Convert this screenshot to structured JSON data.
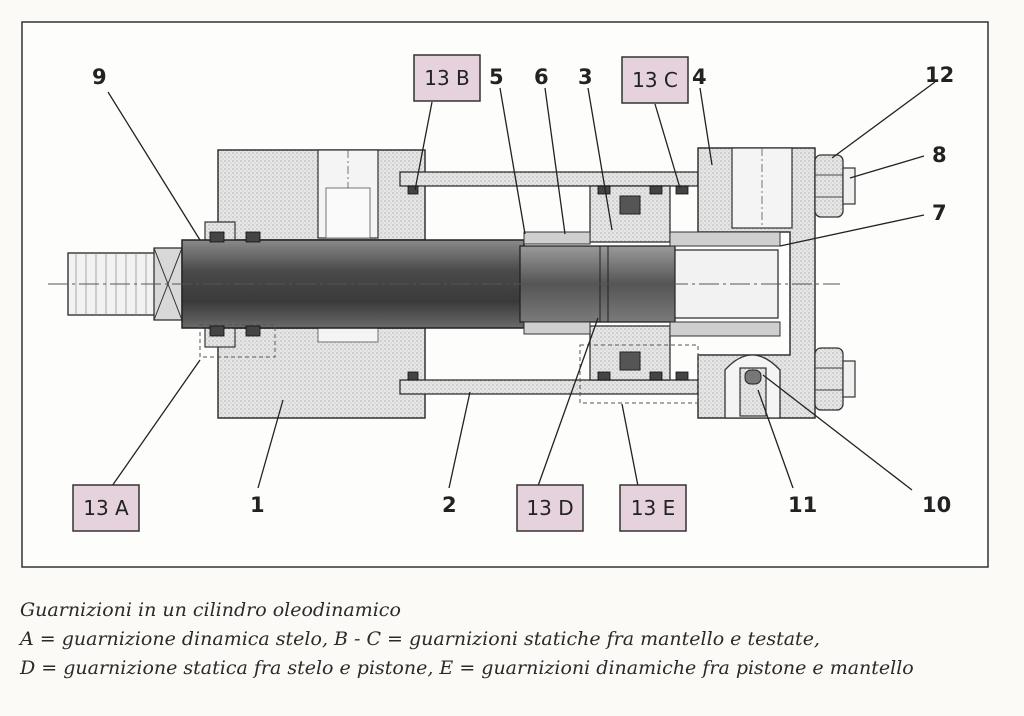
{
  "diagram": {
    "title": "Guarnizioni in un cilindro oleodinamico",
    "part_labels": {
      "p1": "1",
      "p2": "2",
      "p3": "3",
      "p4": "4",
      "p5": "5",
      "p6": "6",
      "p7": "7",
      "p8": "8",
      "p9": "9",
      "p10": "10",
      "p11": "11",
      "p12": "12"
    },
    "seal_labels": {
      "a": "13 A",
      "b": "13 B",
      "c": "13 C",
      "d": "13 D",
      "e": "13 E"
    },
    "colors": {
      "seal_box_fill": "#e6d2dd",
      "body_fill": "#e4e4e4",
      "rod_fill": "#5a5a5a",
      "outline": "#333333"
    }
  },
  "caption": {
    "title": "Guarnizioni in un cilindro oleodinamico",
    "line1": "A = guarnizione dinamica stelo, B - C = guarnizioni statiche fra mantello e testate,",
    "line2": "D = guarnizione statica fra stelo e pistone, E = guarnizioni dinamiche fra pistone e mantello"
  }
}
